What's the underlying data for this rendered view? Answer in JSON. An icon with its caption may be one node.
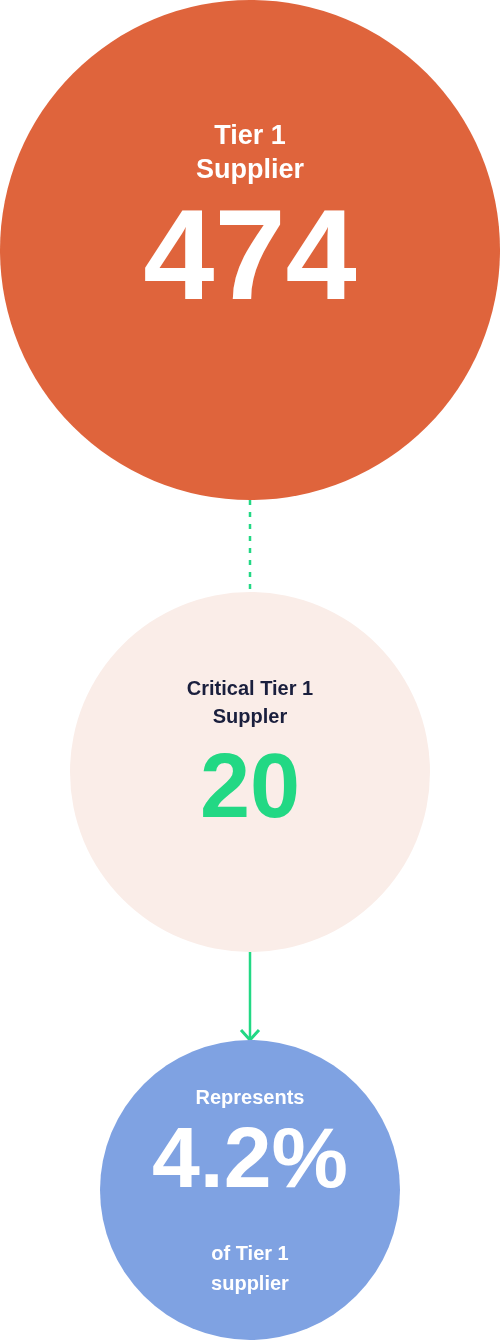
{
  "diagram": {
    "nodes": [
      {
        "text": [
          "Tier 1 Supplier",
          "474"
        ]
      },
      {
        "text": [
          "Critical Tier 1 Suppler",
          "20"
        ]
      },
      {
        "text": [
          "Represents",
          "4.2%",
          "of Tier 1 supplier"
        ]
      }
    ],
    "edges": [
      {
        "from": 0,
        "to": 1,
        "arrow": "none",
        "style": "dashed"
      },
      {
        "from": 1,
        "to": 2,
        "arrow": "to"
      }
    ]
  }
}
